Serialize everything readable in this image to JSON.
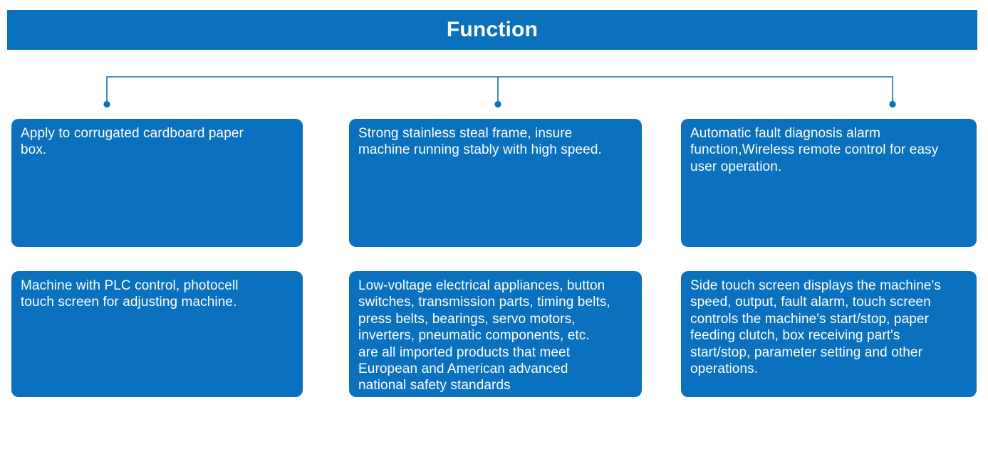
{
  "theme": {
    "primary_blue": "#0b70bd",
    "text_color": "#ffffff",
    "background": "#ffffff"
  },
  "header": {
    "title": "Function"
  },
  "connector": {
    "description": "bracket line with three drop stems ending in dots",
    "color": "#0b70bd",
    "dot_count": 3
  },
  "cards": [
    {
      "text": "Apply to corrugated cardboard paper\nbox."
    },
    {
      "text": "Strong stainless steal frame, insure\nmachine running stably with high speed."
    },
    {
      "text": "Automatic fault diagnosis alarm\nfunction,Wireless remote control for easy\nuser operation."
    },
    {
      "text": "Machine with PLC control, photocell\ntouch screen for adjusting machine."
    },
    {
      "text": "Low-voltage electrical appliances, button\nswitches, transmission parts, timing belts,\npress belts, bearings, servo motors,\ninverters, pneumatic components, etc.\nare all imported products that meet\nEuropean and American advanced\nnational safety standards"
    },
    {
      "text": "Side touch screen displays the machine's\nspeed, output, fault alarm, touch screen\ncontrols the machine's start/stop, paper\nfeeding clutch, box receiving part's\nstart/stop, parameter setting and other\noperations."
    }
  ]
}
